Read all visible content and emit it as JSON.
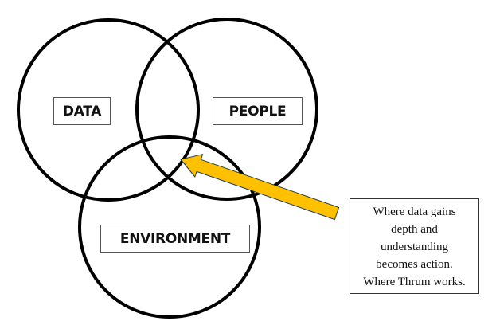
{
  "sets": [
    {
      "label": "DATA"
    },
    {
      "label": "PEOPLE"
    },
    {
      "label": "ENVIRONMENT"
    }
  ],
  "callout": {
    "lines": [
      "Where data gains",
      "depth and",
      "understanding",
      "becomes action.",
      "Where Thrum works."
    ]
  },
  "colors": {
    "arrow": "#FFC000",
    "arrow_outline": "#1F3B4D",
    "circle": "#000000"
  }
}
